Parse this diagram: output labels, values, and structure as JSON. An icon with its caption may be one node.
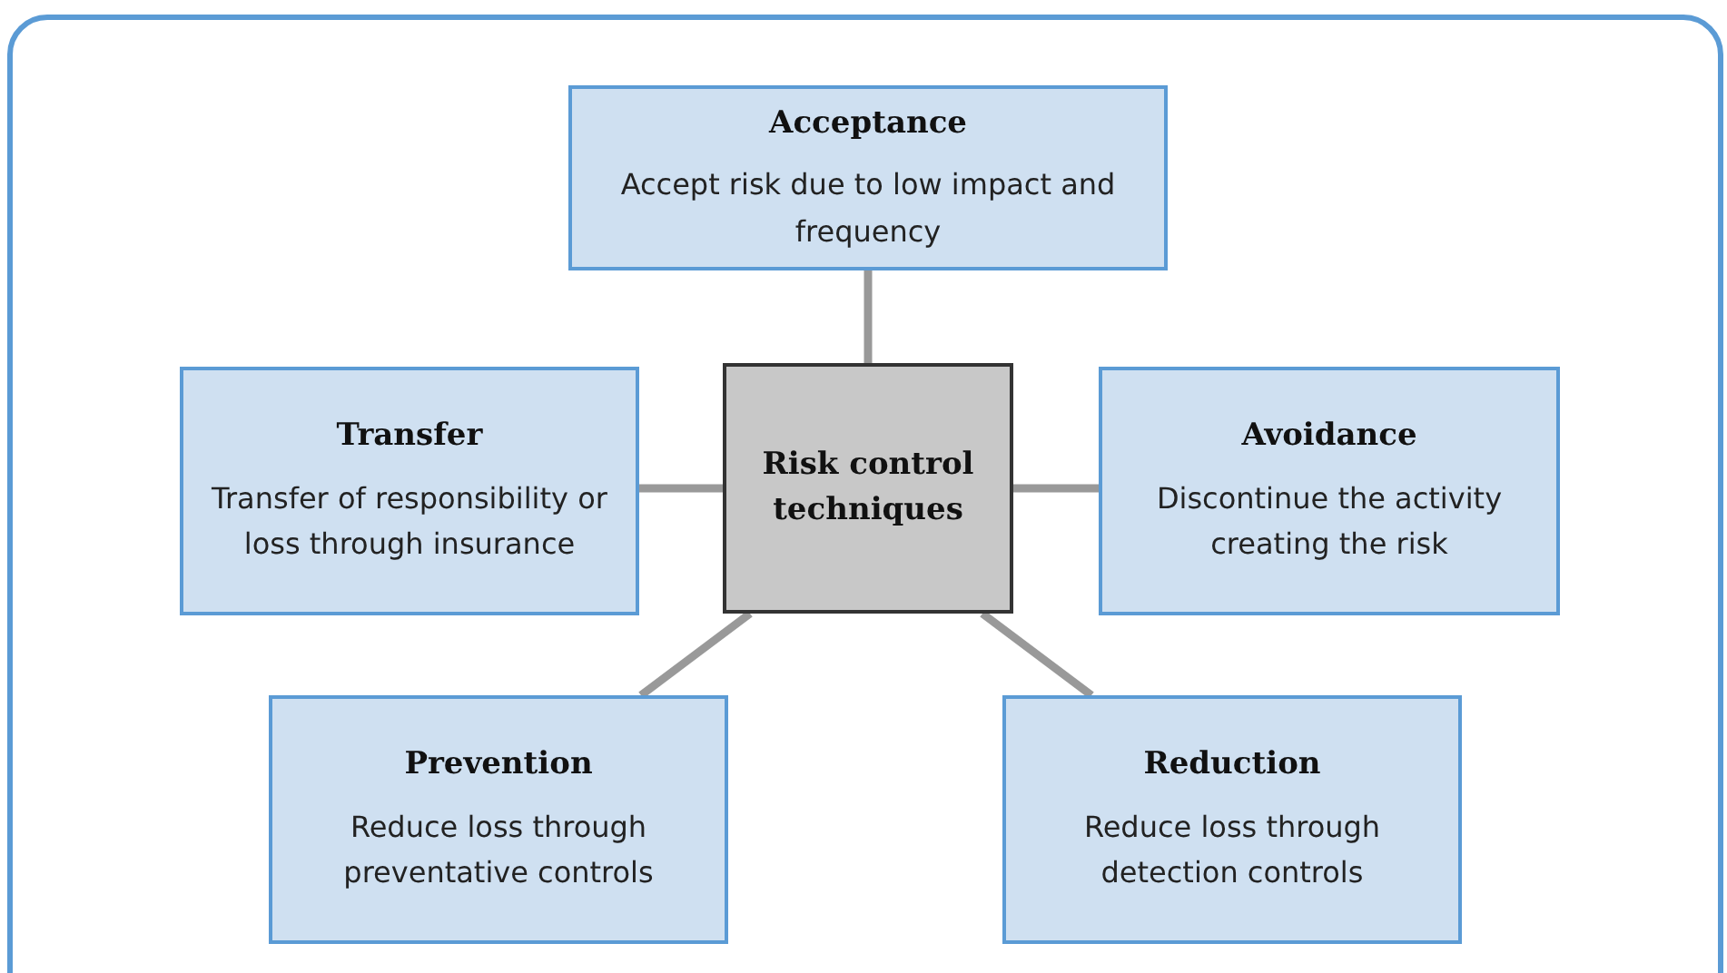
{
  "diagram": {
    "nodes": [
      {
        "text": [
          "Risk control techniques"
        ]
      },
      {
        "text": [
          "Acceptance",
          "Accept risk due to low impact and frequency"
        ]
      },
      {
        "text": [
          "Transfer",
          "Transfer of responsibility or loss through insurance"
        ]
      },
      {
        "text": [
          "Avoidance",
          "Discontinue the activity creating the risk"
        ]
      },
      {
        "text": [
          "Prevention",
          "Reduce loss through preventative controls"
        ]
      },
      {
        "text": [
          "Reduction",
          "Reduce loss through detection controls"
        ]
      }
    ],
    "edges": [
      {
        "from": 0,
        "to": 1,
        "arrow": "none"
      },
      {
        "from": 0,
        "to": 2,
        "arrow": "none"
      },
      {
        "from": 0,
        "to": 3,
        "arrow": "none"
      },
      {
        "from": 0,
        "to": 4,
        "arrow": "none"
      },
      {
        "from": 0,
        "to": 5,
        "arrow": "none"
      }
    ]
  }
}
